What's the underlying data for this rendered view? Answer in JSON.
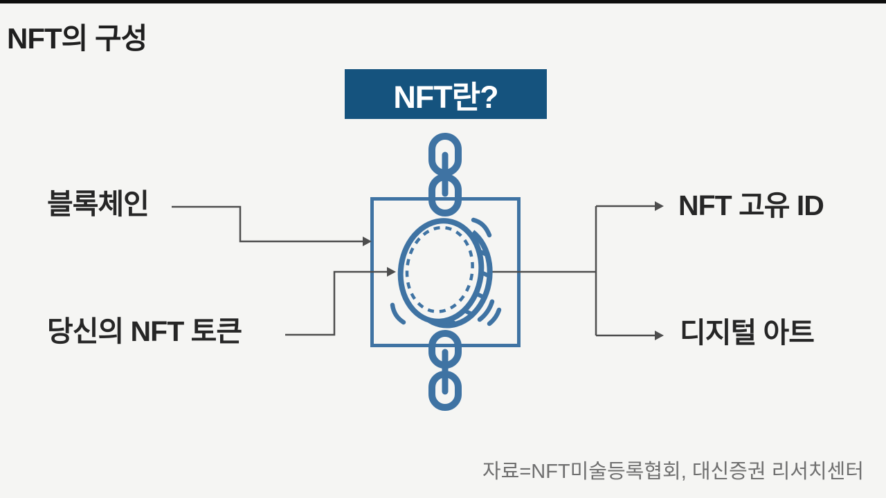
{
  "page": {
    "title": "NFT의 구성",
    "source": "자료=NFT미술등록협회, 대신증권 리서치센터"
  },
  "diagram": {
    "header": "NFT란?",
    "center_icon": "coin-on-blockchain",
    "inputs": [
      {
        "label": "블록체인"
      },
      {
        "label": "당신의 NFT 토큰"
      }
    ],
    "outputs": [
      {
        "label": "NFT 고유 ID"
      },
      {
        "label": "디지털 아트"
      }
    ]
  },
  "colors": {
    "background": "#f5f5f3",
    "top_bar": "#0e0e0e",
    "text": "#262626",
    "header_bg": "#15537e",
    "header_text": "#ffffff",
    "diagram_blue": "#3f73a3",
    "connector": "#4d4d4d",
    "source_text": "#6f6f6f"
  }
}
